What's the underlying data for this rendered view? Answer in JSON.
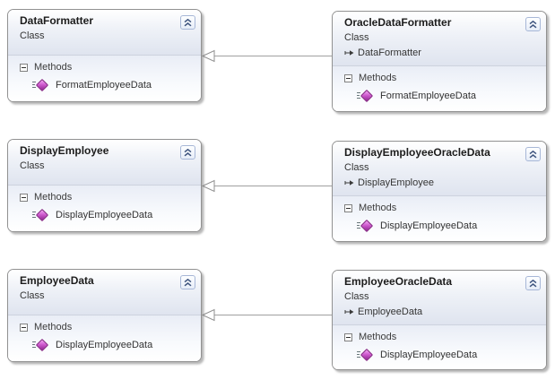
{
  "methods_label": "Methods",
  "classes": [
    {
      "name": "DataFormatter",
      "kind": "Class",
      "base": null,
      "methods": [
        "FormatEmployeeData"
      ]
    },
    {
      "name": "OracleDataFormatter",
      "kind": "Class",
      "base": "DataFormatter",
      "methods": [
        "FormatEmployeeData"
      ]
    },
    {
      "name": "DisplayEmployee",
      "kind": "Class",
      "base": null,
      "methods": [
        "DisplayEmployeeData"
      ]
    },
    {
      "name": "DisplayEmployeeOracleData",
      "kind": "Class",
      "base": "DisplayEmployee",
      "methods": [
        "DisplayEmployeeData"
      ]
    },
    {
      "name": "EmployeeData",
      "kind": "Class",
      "base": null,
      "methods": [
        "DisplayEmployeeData"
      ]
    },
    {
      "name": "EmployeeOracleData",
      "kind": "Class",
      "base": "EmployeeData",
      "methods": [
        "DisplayEmployeeData"
      ]
    }
  ],
  "relationships": [
    {
      "from": "OracleDataFormatter",
      "to": "DataFormatter",
      "type": "inheritance"
    },
    {
      "from": "DisplayEmployeeOracleData",
      "to": "DisplayEmployee",
      "type": "inheritance"
    },
    {
      "from": "EmployeeOracleData",
      "to": "EmployeeData",
      "type": "inheritance"
    }
  ],
  "colors": {
    "connector": "#a0a0a0",
    "box_border": "#919191",
    "header_gradient_bottom": "#dfe4ef",
    "method_icon_purple": "#8e248e",
    "collapse_button_border": "#a7b7d7"
  }
}
